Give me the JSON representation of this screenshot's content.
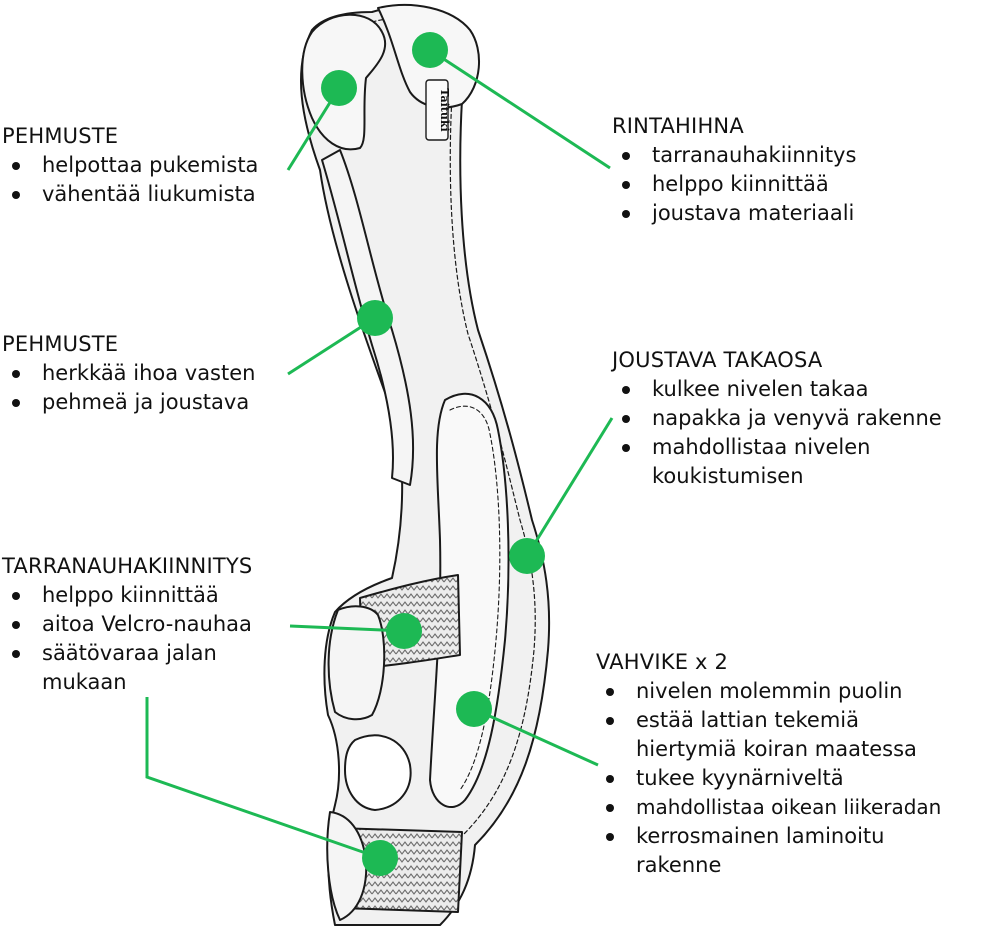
{
  "accent_color": "#1db954",
  "brand_label": "Taituki",
  "callouts": [
    {
      "title": "PEHMUSTE",
      "items": [
        "helpottaa pukemista",
        "vähentää liukumista"
      ]
    },
    {
      "title": "PEHMUSTE",
      "items": [
        "herkkää ihoa vasten",
        "pehmeä ja joustava"
      ]
    },
    {
      "title": "TARRANAUHAKIINNITYS",
      "items": [
        "helppo kiinnittää",
        "aitoa Velcro-nauhaa",
        "säätövaraa jalan",
        "mukaan"
      ]
    },
    {
      "title": "RINTAHIHNA",
      "items": [
        "tarranauhakiinnitys",
        "helppo kiinnittää",
        "joustava materiaali"
      ]
    },
    {
      "title": "JOUSTAVA TAKAOSA",
      "items": [
        "kulkee nivelen takaa",
        "napakka ja venyvä rakenne",
        "mahdollistaa nivelen",
        "koukistumisen"
      ]
    },
    {
      "title": "VAHVIKE x 2",
      "items": [
        "nivelen molemmin puolin",
        "estää lattian tekemiä",
        "hiertymiä koiran maatessa",
        "tukee kyynärniveltä",
        "mahdollistaa oikean liikeradan",
        "kerrosmainen laminoitu",
        "rakenne"
      ]
    }
  ]
}
